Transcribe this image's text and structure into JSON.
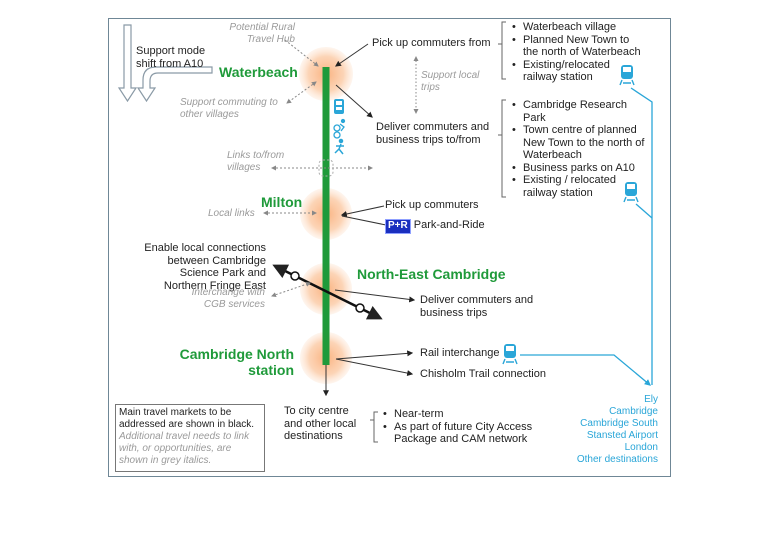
{
  "left_arrows": {
    "label": "Support mode shift from A10"
  },
  "stations": [
    {
      "name": "Waterbeach"
    },
    {
      "name": "Milton"
    },
    {
      "name": "North-East Cambridge"
    },
    {
      "name": "Cambridge North station"
    }
  ],
  "waterbeach": {
    "rural_hub": "Potential Rural Travel Hub",
    "support_villages": "Support commuting to other villages",
    "pickup_label": "Pick up commuters from",
    "pickup_items": [
      "Waterbeach village",
      "Planned New Town to the north of Waterbeach",
      "Existing/relocated railway station"
    ],
    "support_local": "Support local trips",
    "deliver_label": "Deliver commuters and business trips to/from",
    "deliver_items": [
      "Cambridge Research Park",
      "Town centre of planned New Town to the north of Waterbeach",
      "Business parks on A10",
      "Existing / relocated railway station"
    ]
  },
  "links_villages": "Links to/from villages",
  "milton": {
    "local_links": "Local links",
    "pickup": "Pick up commuters",
    "park_ride_badge": "P+R",
    "park_ride": "Park-and-Ride"
  },
  "nec": {
    "enable_local": "Enable local connections between Cambridge Science Park and Northern Fringe East",
    "interchange_cgb": "Interchange with CGB services",
    "deliver": "Deliver commuters and business trips"
  },
  "cambridge_north": {
    "rail_interchange": "Rail interchange",
    "chisholm": "Chisholm Trail connection"
  },
  "city_centre": {
    "label": "To city centre and other local destinations",
    "items": [
      "Near-term",
      "As part of future City Access Package and CAM network"
    ]
  },
  "rail_destinations": [
    "Ely",
    "Cambridge",
    "Cambridge South",
    "Stansted Airport",
    "London",
    "Other destinations"
  ],
  "legend": {
    "main": "Main travel markets to be addressed are shown in black.",
    "additional": "Additional travel needs to link with, or opportunities, are shown in grey italics."
  },
  "icons": [
    "bus-icon",
    "cycle-icon",
    "pedestrian-icon",
    "train-icon"
  ],
  "colors": {
    "route_green": "#1f9a3a",
    "rail_blue": "#2aa6d8",
    "halo_orange": "#f7b27a",
    "park_ride_blue": "#1a2fbf"
  }
}
